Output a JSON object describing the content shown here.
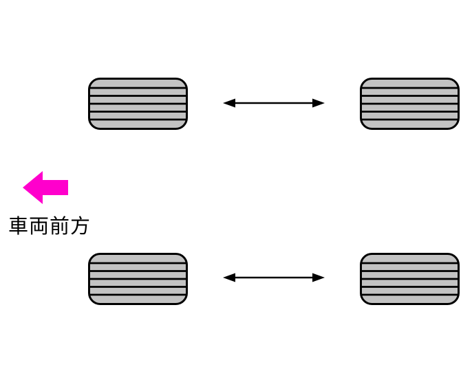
{
  "labels": {
    "vehicle_front": "車両前方"
  },
  "colors": {
    "background": "#ffffff",
    "tire_fill": "#c3c3c3",
    "tire_outline": "#000000",
    "tire_stripe": "#000000",
    "swap_arrow": "#000000",
    "front_arrow": "#ff00cc"
  },
  "tires": [
    {
      "id": "front-left"
    },
    {
      "id": "front-right"
    },
    {
      "id": "rear-left"
    },
    {
      "id": "rear-right"
    }
  ],
  "arrows": [
    {
      "id": "front-swap",
      "type": "double-headed-horizontal"
    },
    {
      "id": "rear-swap",
      "type": "double-headed-horizontal"
    },
    {
      "id": "vehicle-front",
      "type": "block-arrow-left"
    }
  ]
}
